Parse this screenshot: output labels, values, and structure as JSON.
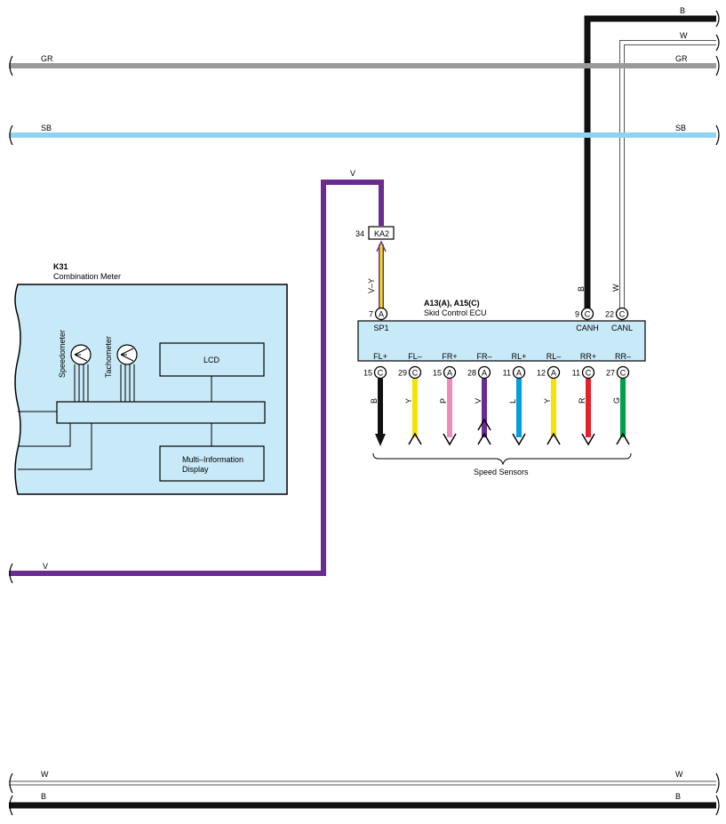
{
  "wires": {
    "top_b": "B",
    "top_w": "W",
    "gr_left": "GR",
    "gr_right": "GR",
    "sb_left": "SB",
    "sb_right": "SB",
    "v_top": "V",
    "v_bottom": "V",
    "w_bottom_left": "W",
    "w_bottom_right": "W",
    "b_bottom_left": "B",
    "b_bottom_right": "B",
    "vy": "V–Y",
    "canh_color": "B",
    "canl_color": "W"
  },
  "connector_ka2": {
    "pin": "34",
    "name": "KA2"
  },
  "meter": {
    "id": "K31",
    "name": "Combination Meter",
    "speedometer": "Speedometer",
    "tachometer": "Tachometer",
    "lcd": "LCD",
    "mid_line1": "Multi–Information",
    "mid_line2": "Display"
  },
  "ecu": {
    "id": "A13(A), A15(C)",
    "name": "Skid Control ECU",
    "top_pins": [
      {
        "num": "7",
        "conn": "A",
        "label": "SP1"
      },
      {
        "num": "9",
        "conn": "C",
        "label": "CANH"
      },
      {
        "num": "22",
        "conn": "C",
        "label": "CANL"
      }
    ],
    "bottom_pins": [
      {
        "label": "FL+",
        "num": "15",
        "conn": "C",
        "wire": "B",
        "color": "#111111"
      },
      {
        "label": "FL–",
        "num": "29",
        "conn": "C",
        "wire": "Y",
        "color": "#f5e400"
      },
      {
        "label": "FR+",
        "num": "15",
        "conn": "A",
        "wire": "P",
        "color": "#f08bbd"
      },
      {
        "label": "FR–",
        "num": "28",
        "conn": "A",
        "wire": "V",
        "color": "#6b2c91"
      },
      {
        "label": "RL+",
        "num": "11",
        "conn": "A",
        "wire": "L",
        "color": "#00a0e0"
      },
      {
        "label": "RL–",
        "num": "12",
        "conn": "A",
        "wire": "Y",
        "color": "#f5e400"
      },
      {
        "label": "RR+",
        "num": "11",
        "conn": "C",
        "wire": "R",
        "color": "#e6212b"
      },
      {
        "label": "RR–",
        "num": "27",
        "conn": "C",
        "wire": "G",
        "color": "#00a04a"
      }
    ],
    "sensors_label": "Speed Sensors"
  },
  "colors": {
    "gr": "#9a9a9a",
    "sb": "#8fd3ef",
    "v": "#6b2c91",
    "b": "#111111",
    "box_fill": "#c8e9f8"
  }
}
